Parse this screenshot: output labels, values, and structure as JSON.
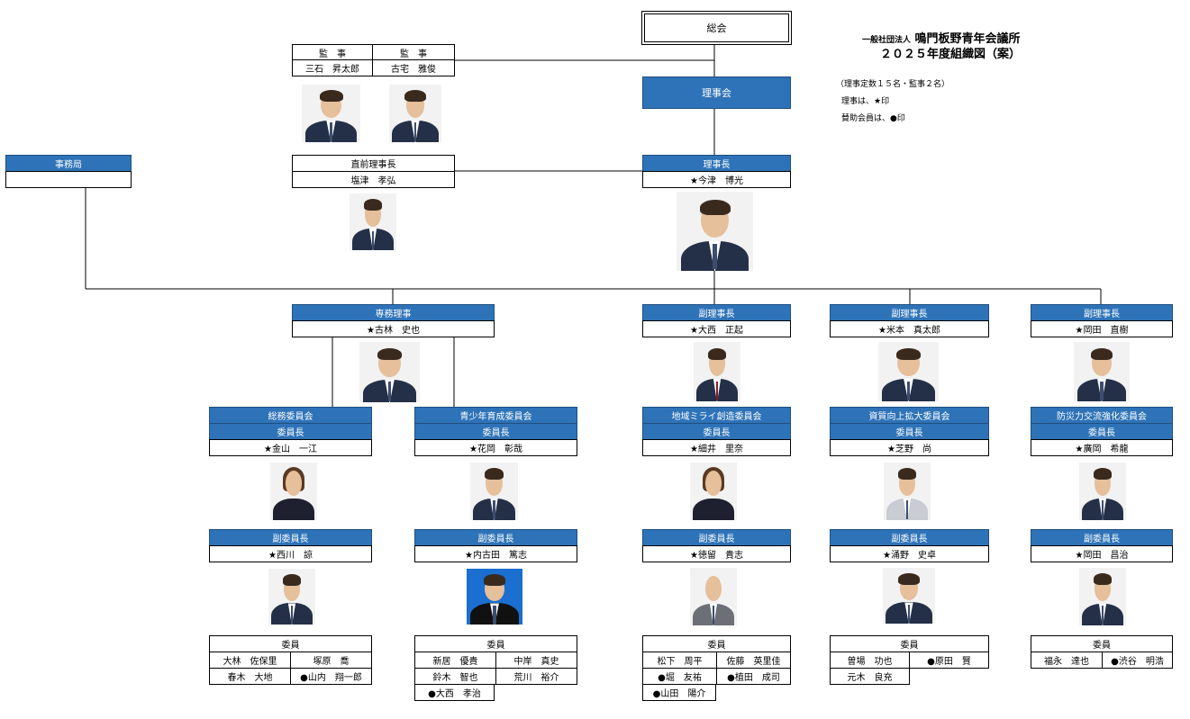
{
  "header": {
    "org_prefix": "一般社団法人",
    "org_name": "鳴門板野青年会議所",
    "chart_title": "２０２５年度組織図（案）",
    "notes": [
      "（理事定数１５名・監事２名）",
      "理事は、★印",
      "賛助会員は、●印"
    ]
  },
  "general_assembly": "総会",
  "board": "理事会",
  "auditors": {
    "labels": [
      "監　事",
      "監　事"
    ],
    "names": [
      "三石　昇太郎",
      "古宅　雅俊"
    ]
  },
  "secretariat": {
    "label": "事務局",
    "value": ""
  },
  "past_president": {
    "label": "直前理事長",
    "name": "塩津　孝弘"
  },
  "president": {
    "label": "理事長",
    "name": "★今津　博光"
  },
  "executive_director": {
    "label": "専務理事",
    "name": "★古林　史也"
  },
  "vice_presidents": [
    {
      "label": "副理事長",
      "name": "★大西　正起"
    },
    {
      "label": "副理事長",
      "name": "★米本　真太郎"
    },
    {
      "label": "副理事長",
      "name": "★岡田　直樹"
    }
  ],
  "committees": [
    {
      "name": "総務委員会",
      "chair_label": "委員長",
      "chair": "★金山　一江",
      "vice_label": "副委員長",
      "vice": "★西川　諒",
      "members_label": "委員",
      "members": [
        "大林　佐保里",
        "塚原　喬",
        "春木　大地",
        "●山内　翔一郎"
      ]
    },
    {
      "name": "青少年育成委員会",
      "chair_label": "委員長",
      "chair": "★花岡　彰哉",
      "vice_label": "副委員長",
      "vice": "★内古田　篤志",
      "members_label": "委員",
      "members": [
        "新居　優貴",
        "中岸　真史",
        "鈴木　智也",
        "荒川　裕介",
        "●大西　孝治"
      ]
    },
    {
      "name": "地域ミライ創造委員会",
      "chair_label": "委員長",
      "chair": "★細井　里奈",
      "vice_label": "副委員長",
      "vice": "★徳留　貴志",
      "members_label": "委員",
      "members": [
        "松下　周平",
        "佐藤　英里佳",
        "●堀　友祐",
        "●植田　成司",
        "●山田　陽介"
      ]
    },
    {
      "name": "資質向上拡大委員会",
      "chair_label": "委員長",
      "chair": "★芝野　尚",
      "vice_label": "副委員長",
      "vice": "★涌野　史卓",
      "members_label": "委員",
      "members": [
        "曽場　功也",
        "●原田　賢",
        "元木　良充"
      ]
    },
    {
      "name": "防災力交流強化委員会",
      "chair_label": "委員長",
      "chair": "★廣岡　希龍",
      "vice_label": "副委員長",
      "vice": "★岡田　昌治",
      "members_label": "委員",
      "members": [
        "福永　達也",
        "●渋谷　明浩"
      ]
    }
  ]
}
